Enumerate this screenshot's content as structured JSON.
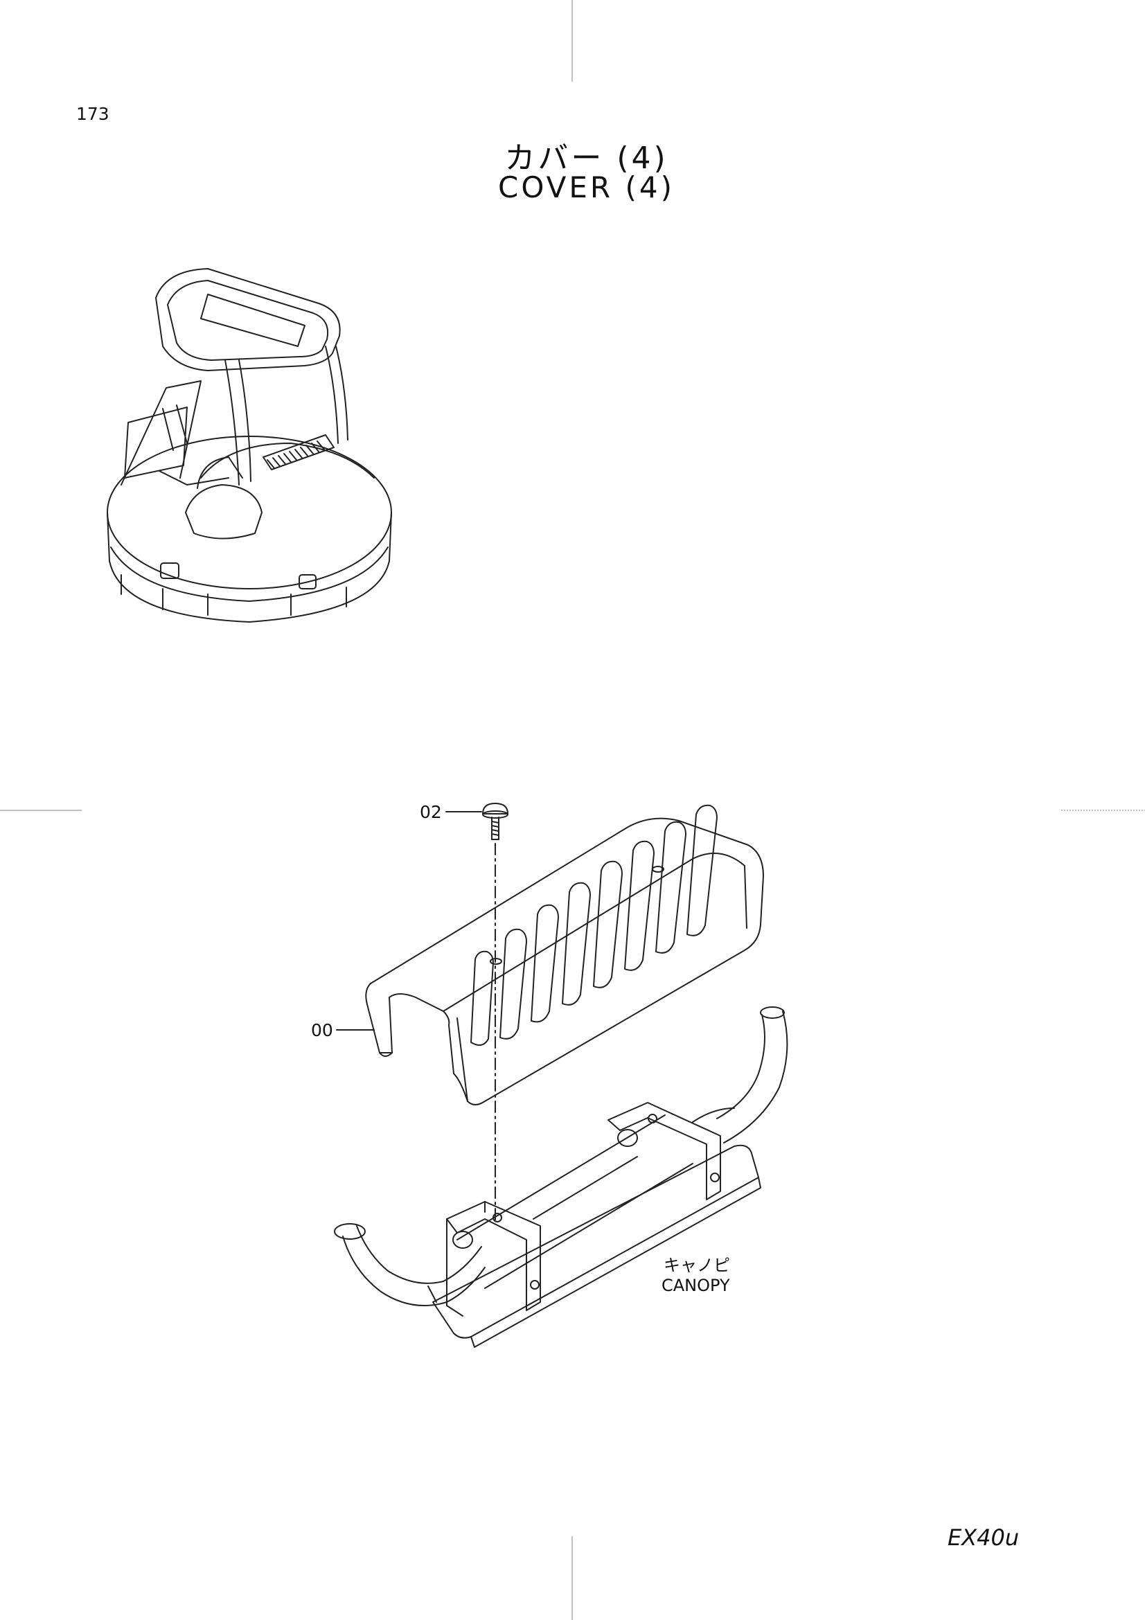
{
  "page_number": "173",
  "title": {
    "japanese": "カバー (4)",
    "english": "COVER (4)"
  },
  "callouts": {
    "screw": "02",
    "cover": "00"
  },
  "note": {
    "japanese": "キャノピ",
    "english": "CANOPY"
  },
  "model": "EX40u",
  "icons": {
    "overview": "machine-overview-illustration",
    "exploded": "cover-exploded-view"
  }
}
